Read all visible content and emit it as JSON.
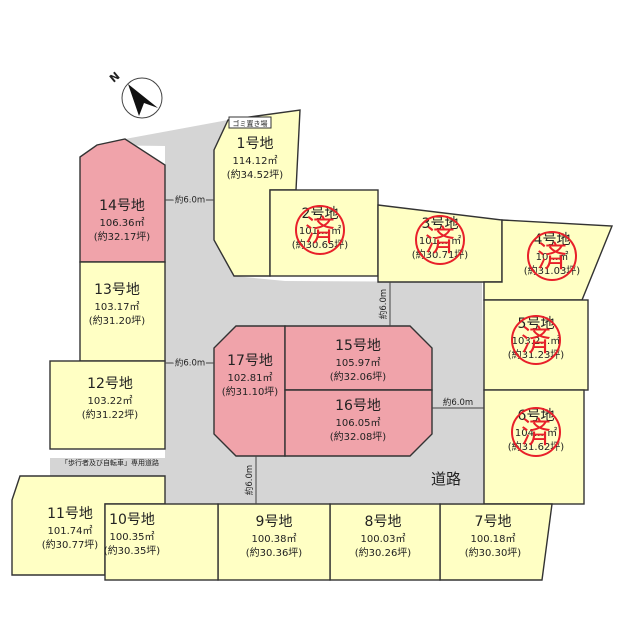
{
  "north_label": "N",
  "road_label": "道路",
  "garbage_label": "ゴミ置き場",
  "path_label": "「歩行者及び自転車」専用道路",
  "sold_mark": "済",
  "distances": {
    "d1": "約6.0m",
    "d2": "約6.0m",
    "d3": "約6.0m",
    "d4": "約6.0m",
    "d5": "約6.0m"
  },
  "lots": [
    {
      "name": "1号地",
      "area": "114.12㎡",
      "tsubo": "(約34.52坪)",
      "status": "available"
    },
    {
      "name": "2号地",
      "area": "101.…㎡",
      "tsubo": "(約30.65坪)",
      "status": "sold"
    },
    {
      "name": "3号地",
      "area": "101.…㎡",
      "tsubo": "(約30.71坪)",
      "status": "sold"
    },
    {
      "name": "4号地",
      "area": "10…㎡",
      "tsubo": "(約31.03坪)",
      "status": "sold"
    },
    {
      "name": "5号地",
      "area": "103.2…㎡",
      "tsubo": "(約31.23坪)",
      "status": "sold"
    },
    {
      "name": "6号地",
      "area": "104.…㎡",
      "tsubo": "(約31.62坪)",
      "status": "sold"
    },
    {
      "name": "7号地",
      "area": "100.18㎡",
      "tsubo": "(約30.30坪)",
      "status": "available"
    },
    {
      "name": "8号地",
      "area": "100.03㎡",
      "tsubo": "(約30.26坪)",
      "status": "available"
    },
    {
      "name": "9号地",
      "area": "100.38㎡",
      "tsubo": "(約30.36坪)",
      "status": "available"
    },
    {
      "name": "10号地",
      "area": "100.35㎡",
      "tsubo": "(約30.35坪)",
      "status": "available"
    },
    {
      "name": "11号地",
      "area": "101.74㎡",
      "tsubo": "(約30.77坪)",
      "status": "available"
    },
    {
      "name": "12号地",
      "area": "103.22㎡",
      "tsubo": "(約31.22坪)",
      "status": "available"
    },
    {
      "name": "13号地",
      "area": "103.17㎡",
      "tsubo": "(約31.20坪)",
      "status": "available"
    },
    {
      "name": "14号地",
      "area": "106.36㎡",
      "tsubo": "(約32.17坪)",
      "status": "highlight"
    },
    {
      "name": "15号地",
      "area": "105.97㎡",
      "tsubo": "(約32.06坪)",
      "status": "highlight"
    },
    {
      "name": "16号地",
      "area": "106.05㎡",
      "tsubo": "(約32.08坪)",
      "status": "highlight"
    },
    {
      "name": "17号地",
      "area": "102.81㎡",
      "tsubo": "(約31.10坪)",
      "status": "highlight"
    }
  ],
  "colors": {
    "available": "#ffffc4",
    "highlight": "#f0a3aa",
    "road": "#d5d5d5",
    "sold_stamp": "#e8202a"
  }
}
